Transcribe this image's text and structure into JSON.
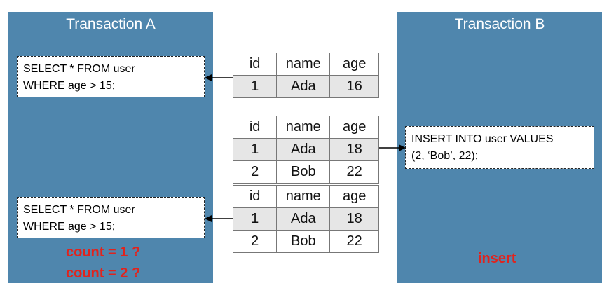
{
  "transaction_a": {
    "title": "Transaction A",
    "query1": [
      "SELECT * FROM user",
      "WHERE age > 15;"
    ],
    "query2": [
      "SELECT * FROM user",
      "WHERE age > 15;"
    ],
    "count_options": [
      "count = 1 ?",
      "count = 2 ?"
    ]
  },
  "transaction_b": {
    "title": "Transaction B",
    "statement": [
      "INSERT INTO user VALUES",
      "(2, ‘Bob’, 22);"
    ],
    "label": "insert"
  },
  "tables": [
    {
      "headers": [
        "id",
        "name",
        "age"
      ],
      "rows": [
        [
          "1",
          "Ada",
          "16"
        ]
      ]
    },
    {
      "headers": [
        "id",
        "name",
        "age"
      ],
      "rows": [
        [
          "1",
          "Ada",
          "18"
        ],
        [
          "2",
          "Bob",
          "22"
        ]
      ]
    },
    {
      "headers": [
        "id",
        "name",
        "age"
      ],
      "rows": [
        [
          "1",
          "Ada",
          "18"
        ],
        [
          "2",
          "Bob",
          "22"
        ]
      ]
    }
  ],
  "colors": {
    "panel": "#4f86ad",
    "highlight_text": "#e1231d",
    "row_shade": "#e6e6e6"
  }
}
